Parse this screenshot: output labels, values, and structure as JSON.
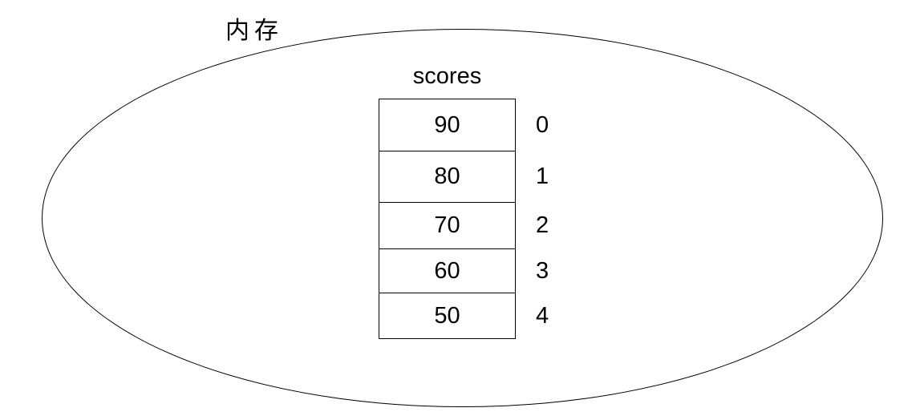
{
  "diagram": {
    "memory_label": "内存",
    "array": {
      "title": "scores",
      "rows": [
        {
          "value": "90",
          "index": "0"
        },
        {
          "value": "80",
          "index": "1"
        },
        {
          "value": "70",
          "index": "2"
        },
        {
          "value": "60",
          "index": "3"
        },
        {
          "value": "50",
          "index": "4"
        }
      ]
    },
    "colors": {
      "stroke": "#000000",
      "background": "#ffffff",
      "text": "#000000"
    }
  }
}
